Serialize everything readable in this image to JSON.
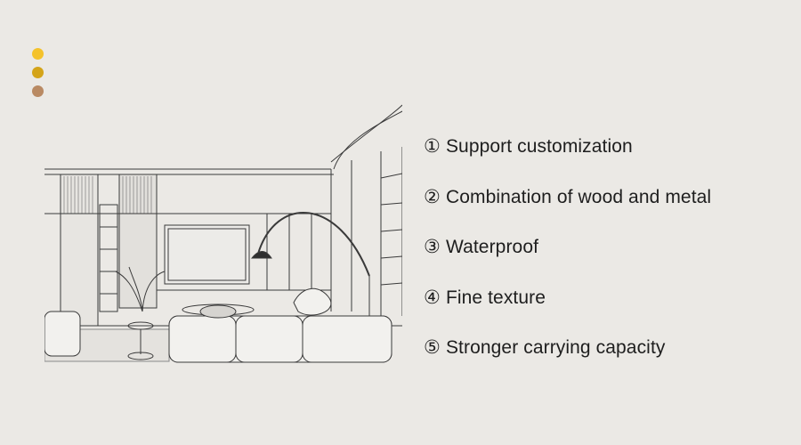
{
  "decor": {
    "dot_colors": [
      "#f4c22b",
      "#d4a419",
      "#b98a63"
    ]
  },
  "features": [
    {
      "num": "①",
      "text": "Support customization"
    },
    {
      "num": "②",
      "text": "Combination of wood and metal"
    },
    {
      "num": "③",
      "text": "Waterproof"
    },
    {
      "num": "④",
      "text": "Fine texture"
    },
    {
      "num": "⑤",
      "text": "Stronger carrying capacity"
    }
  ]
}
